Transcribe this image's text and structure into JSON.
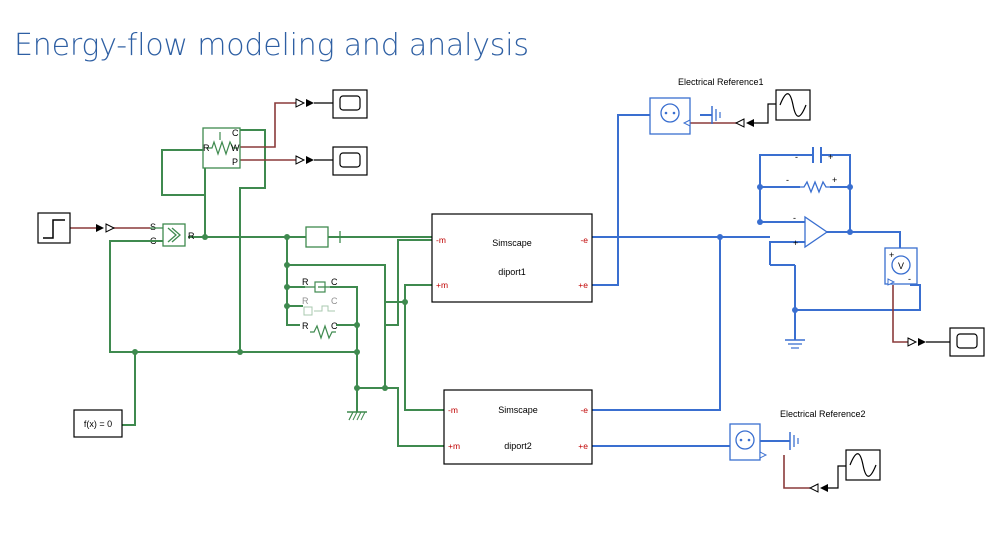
{
  "title": "Energy-flow modeling and analysis",
  "blocks": {
    "diport1": {
      "name": "Simscape",
      "sub": "diport1",
      "port_neg_m": "-m",
      "port_pos_m": "+m",
      "port_neg_e": "-e",
      "port_pos_e": "+e"
    },
    "diport2": {
      "name": "Simscape",
      "sub": "diport2",
      "port_neg_m": "-m",
      "port_pos_m": "+m",
      "port_neg_e": "-e",
      "port_pos_e": "+e"
    },
    "solver": {
      "label": "f(x) = 0"
    },
    "elec_ref1": {
      "label": "Electrical Reference1"
    },
    "elec_ref2": {
      "label": "Electrical Reference2"
    },
    "pot_ports": {
      "c": "C",
      "r": "R",
      "w": "W",
      "p": "P"
    },
    "conv_ports": {
      "s": "S",
      "c": "C",
      "r": "R"
    },
    "rc_ports": {
      "r": "R",
      "c": "C"
    },
    "amp_signs": {
      "minus": "-",
      "plus": "+"
    },
    "voltmeter": {
      "symbol": "V"
    }
  },
  "colors": {
    "title": "#2e5fa3",
    "mechanical": "#3f8a4f",
    "electrical": "#3a6fd0",
    "signal": "#8a3a3a",
    "port_label": "#c00000"
  }
}
